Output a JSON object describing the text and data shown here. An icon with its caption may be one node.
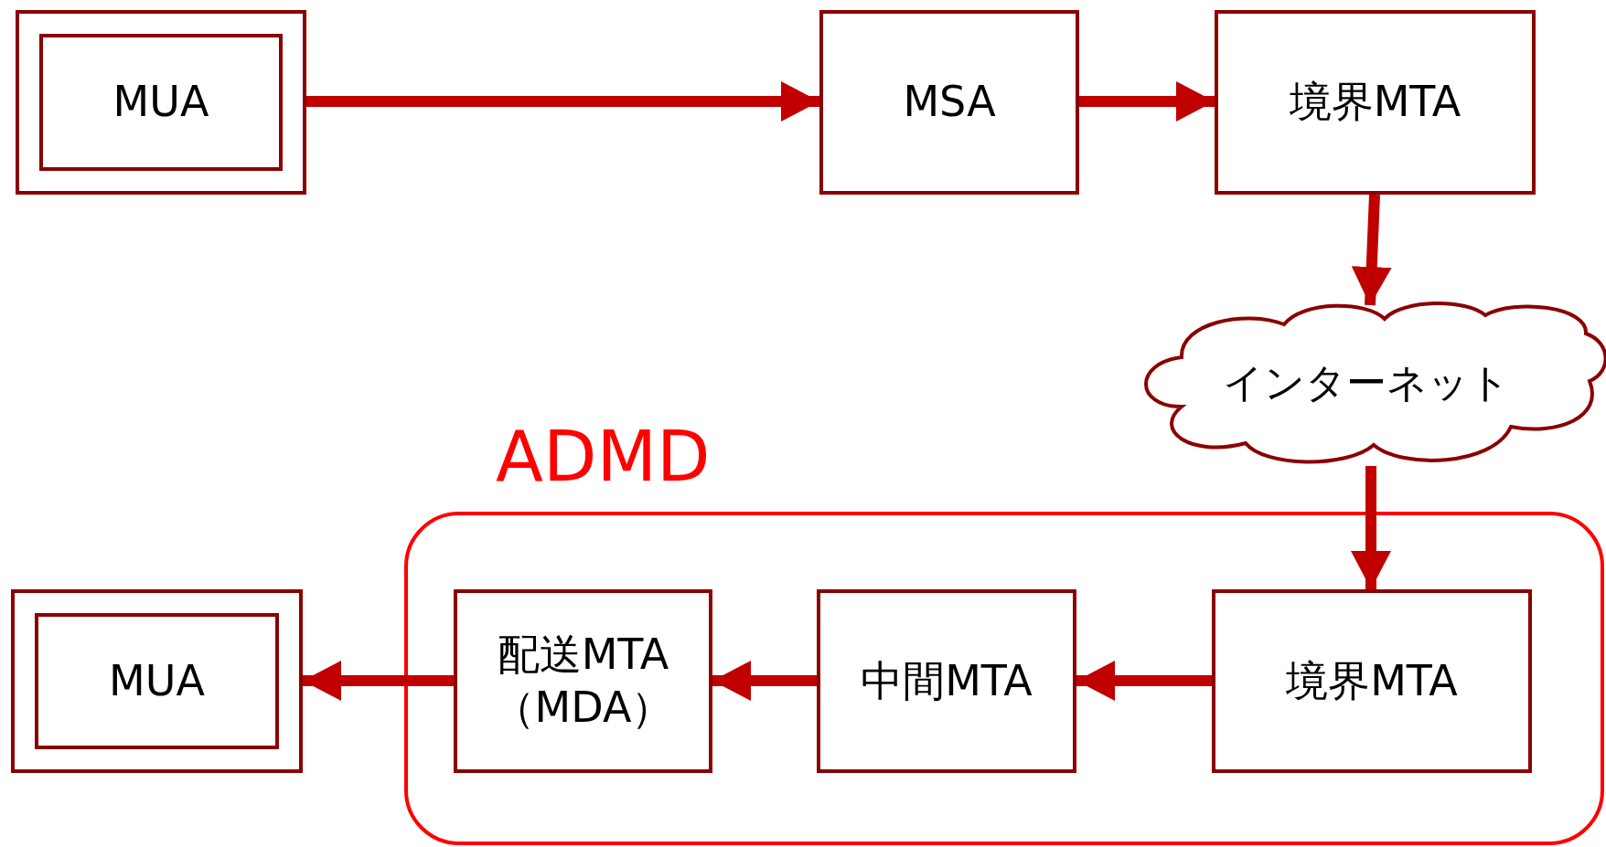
{
  "diagram": {
    "nodes": [
      {
        "text": [
          "MUA"
        ]
      },
      {
        "text": [
          "MSA"
        ]
      },
      {
        "text": [
          "境界MTA"
        ]
      },
      {
        "text": [
          "インターネット"
        ]
      },
      {
        "text": [
          "ADMD"
        ]
      },
      {
        "text": [
          "MUA"
        ]
      },
      {
        "text": [
          "配送MTA（MDA）"
        ],
        "in": 4
      },
      {
        "text": [
          "中間MTA"
        ],
        "in": 4
      },
      {
        "text": [
          "境界MTA"
        ],
        "in": 4
      }
    ],
    "edges": [
      {
        "from": 0,
        "to": 1,
        "arrow": "to"
      },
      {
        "from": 1,
        "to": 2,
        "arrow": "to"
      },
      {
        "from": 2,
        "to": 3,
        "arrow": "to"
      },
      {
        "from": 3,
        "to": 8,
        "arrow": "to"
      },
      {
        "from": 8,
        "to": 7,
        "arrow": "to"
      },
      {
        "from": 7,
        "to": 6,
        "arrow": "to"
      },
      {
        "from": 6,
        "to": 5,
        "arrow": "to"
      }
    ]
  }
}
